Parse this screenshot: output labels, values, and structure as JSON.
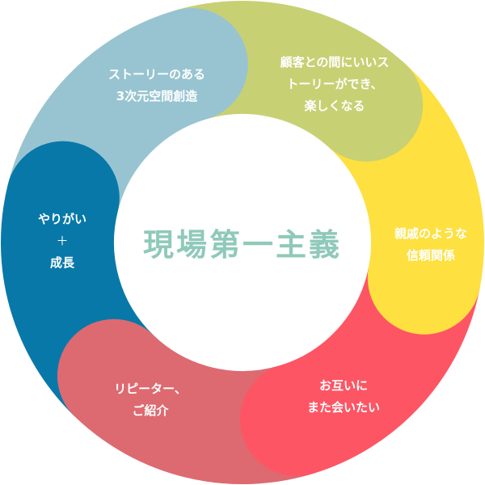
{
  "title": "現場第一主義",
  "colors": {
    "title": "#8fc9b9"
  },
  "segments": [
    {
      "id": "yarigai",
      "color": "#0878a9",
      "lines": [
        "やりがい",
        "＋",
        "成長"
      ]
    },
    {
      "id": "story-space",
      "color": "#98c4d1",
      "lines": [
        "ストーリーのある",
        "3次元空間創造"
      ]
    },
    {
      "id": "customer-story",
      "color": "#c8d074",
      "lines": [
        "顧客との間にいいス",
        "トーリーができ、",
        "楽しくなる"
      ]
    },
    {
      "id": "trust",
      "color": "#fee040",
      "lines": [
        "親戚のような",
        "信頼関係"
      ]
    },
    {
      "id": "meet-again",
      "color": "#fd5564",
      "lines": [
        "お互いに",
        "また会いたい"
      ]
    },
    {
      "id": "repeater",
      "color": "#dd6a71",
      "lines": [
        "リピーター、",
        "ご紹介"
      ]
    }
  ]
}
